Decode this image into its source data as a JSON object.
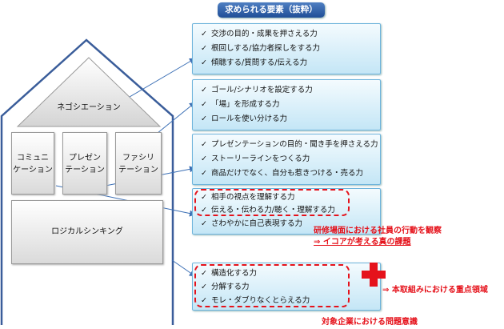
{
  "header": {
    "title": "求められる要素（抜粋）"
  },
  "house": {
    "roof_label": "ネゴシエーション",
    "pillars": [
      {
        "line1": "コミュニ",
        "line2": "ケーション"
      },
      {
        "line1": "プレゼン",
        "line2": "テーション"
      },
      {
        "line1": "ファシリ",
        "line2": "テーション"
      }
    ],
    "foundation_label": "ロジカルシンキング"
  },
  "check_mark": "✓",
  "groups": [
    {
      "items": [
        "交渉の目的・成果を押さえる力",
        "根回しする/協力者探しをする力",
        "傾聴する/質問する/伝える力"
      ]
    },
    {
      "items": [
        "ゴール/シナリオを設定する力",
        "「場」を形成する力",
        "ロールを使い分ける力"
      ]
    },
    {
      "items": [
        "プレゼンテーションの目的・聞き手を押さえる力",
        "ストーリーラインをつくる力",
        "商品だけでなく、自分も惹きつける・売る力"
      ]
    },
    {
      "items": [
        "相手の視点を理解する力",
        "伝える・伝わる力/聴く・理解する力",
        "さわやかに自己表現する力"
      ]
    },
    {
      "items": [
        "構造化する力",
        "分解する力",
        "モレ・ダブりなくとらえる力"
      ]
    }
  ],
  "annotations": {
    "observation": "研修場面における社員の行動を観察",
    "issue": "⇒ イコアが考える真の課題",
    "focus": "⇒ 本取組みにおける重点領域",
    "client_issue": "対象企業における問題意識"
  },
  "colors": {
    "accent_red": "#e5121b",
    "box_blue": "#6fb4dc",
    "title_blue": "#2a5aa3"
  }
}
